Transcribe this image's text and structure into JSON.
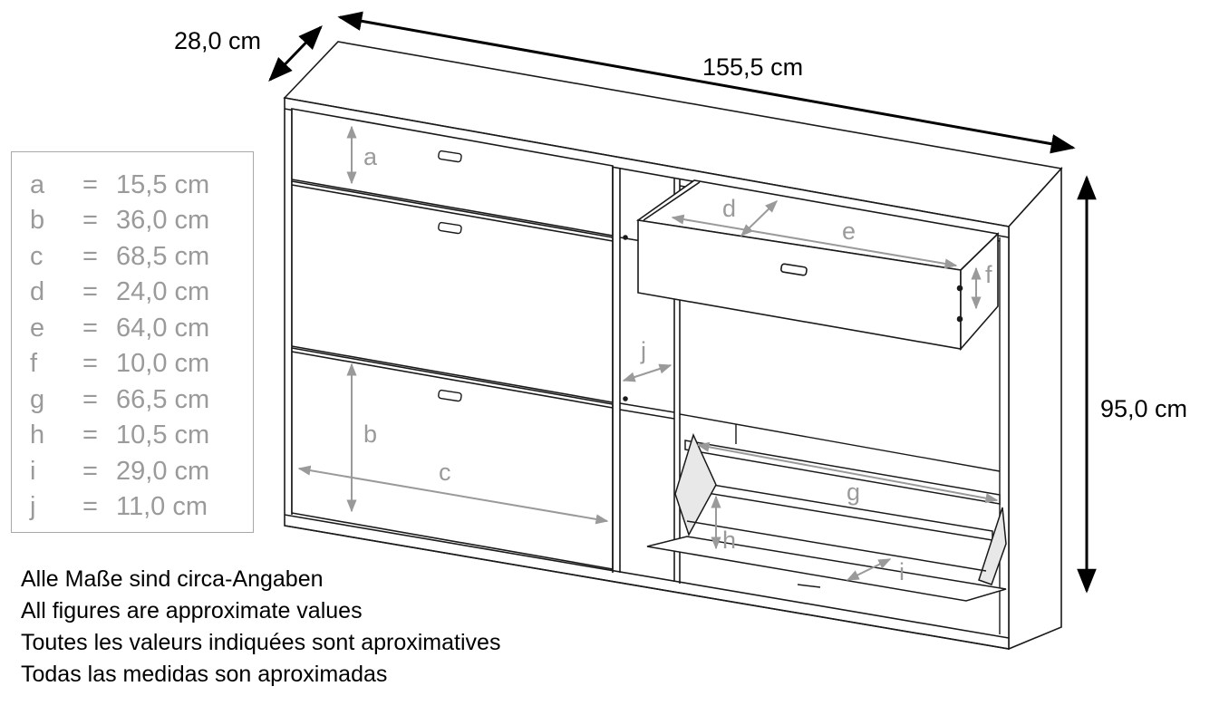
{
  "dimensions": {
    "depth": "28,0 cm",
    "width": "155,5 cm",
    "height": "95,0 cm"
  },
  "legend": [
    {
      "key": "a",
      "eq": "=",
      "value": "15,5 cm"
    },
    {
      "key": "b",
      "eq": "=",
      "value": "36,0 cm"
    },
    {
      "key": "c",
      "eq": "=",
      "value": "68,5 cm"
    },
    {
      "key": "d",
      "eq": "=",
      "value": "24,0 cm"
    },
    {
      "key": "e",
      "eq": "=",
      "value": "64,0 cm"
    },
    {
      "key": "f",
      "eq": "=",
      "value": "10,0 cm"
    },
    {
      "key": "g",
      "eq": "=",
      "value": "66,5 cm"
    },
    {
      "key": "h",
      "eq": "=",
      "value": "10,5 cm"
    },
    {
      "key": "i",
      "eq": "=",
      "value": "29,0 cm"
    },
    {
      "key": "j",
      "eq": "=",
      "value": "11,0 cm"
    }
  ],
  "diagram_labels": {
    "a": "a",
    "b": "b",
    "c": "c",
    "d": "d",
    "e": "e",
    "f": "f",
    "g": "g",
    "h": "h",
    "i": "i",
    "j": "j"
  },
  "notes": [
    "Alle Maße sind circa-Angaben",
    "All figures are approximate values",
    "Toutes les valeurs indiquées sont aproximatives",
    "Todas las medidas son aproximadas"
  ],
  "colors": {
    "outline": "#1a1a1a",
    "dimension_line": "#000000",
    "inner_dimension": "#9a9a9a"
  }
}
